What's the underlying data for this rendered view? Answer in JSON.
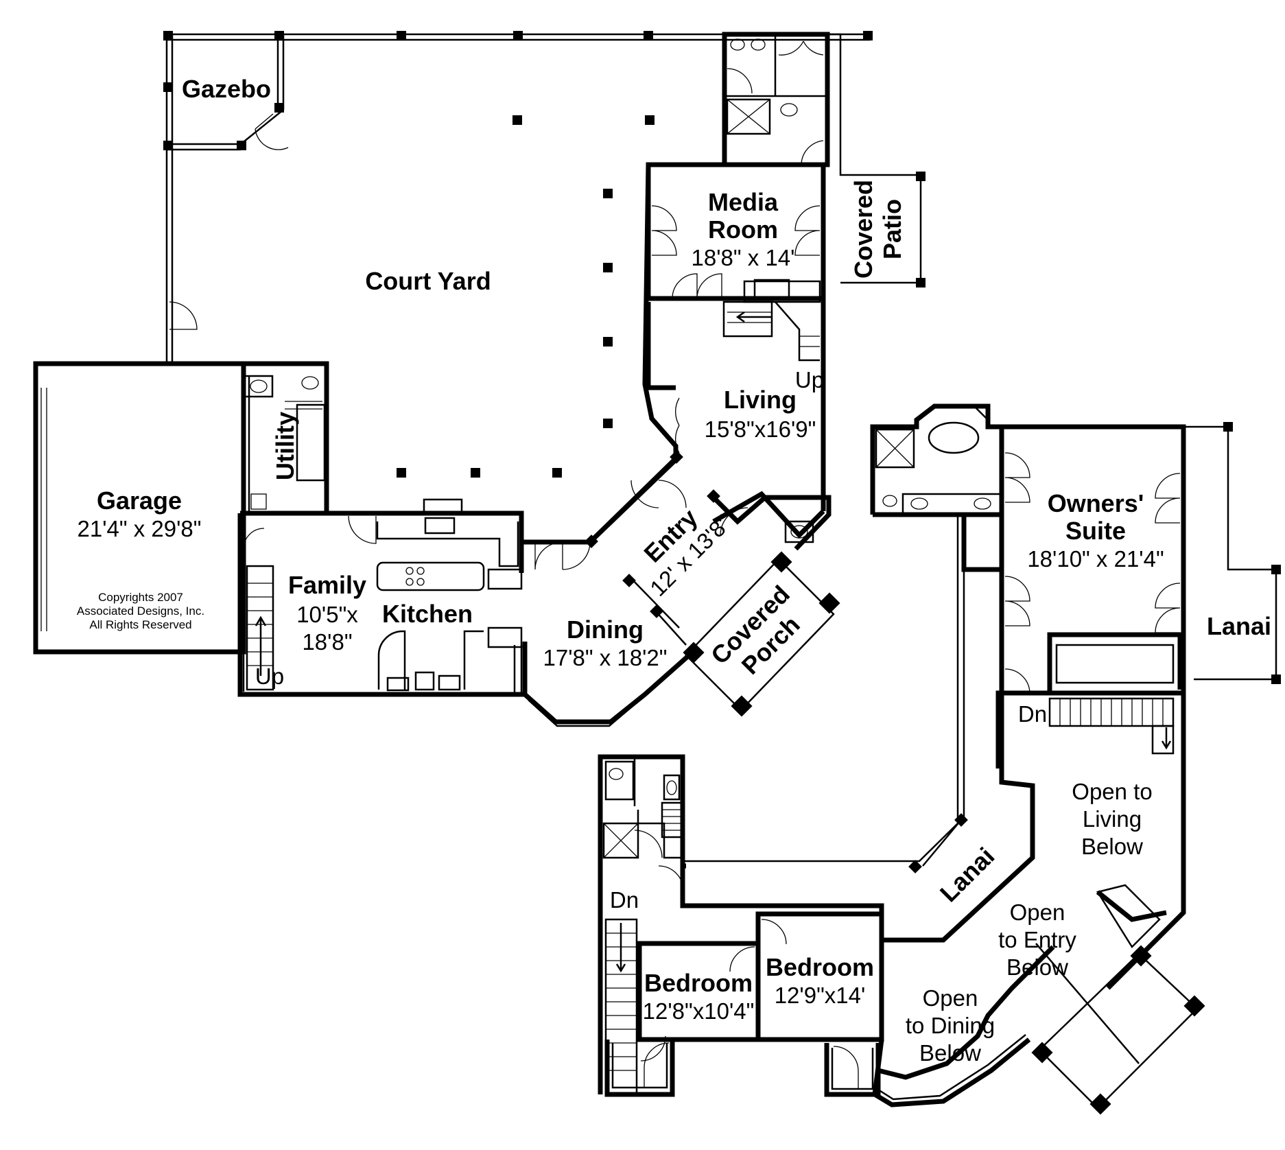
{
  "rooms": {
    "gazebo": "Gazebo",
    "court_yard": "Court Yard",
    "media_room_l1": "Media",
    "media_room_l2": "Room",
    "media_room_dim": "18'8\" x 14'",
    "covered_patio_l1": "Covered",
    "covered_patio_l2": "Patio",
    "living": "Living",
    "living_dim": "15'8\"x16'9\"",
    "up_stair_living": "Up",
    "garage": "Garage",
    "garage_dim": "21'4\" x 29'8\"",
    "utility": "Utility",
    "family": "Family",
    "family_dim_l1": "10'5\"x",
    "family_dim_l2": "18'8\"",
    "up_stair_family": "Up",
    "kitchen": "Kitchen",
    "entry": "Entry",
    "entry_dim": "12' x 13'8\"",
    "dining": "Dining",
    "dining_dim": "17'8\" x 18'2\"",
    "covered_porch_l1": "Covered",
    "covered_porch_l2": "Porch",
    "owners_suite_l1": "Owners'",
    "owners_suite_l2": "Suite",
    "owners_suite_dim": "18'10\" x 21'4\"",
    "lanai_right": "Lanai",
    "dn_owners": "Dn",
    "open_living_l1": "Open to",
    "open_living_l2": "Living",
    "open_living_l3": "Below",
    "lanai_middle": "Lanai",
    "open_entry_l1": "Open",
    "open_entry_l2": "to Entry",
    "open_entry_l3": "Below",
    "dn_upper": "Dn",
    "bedroom1": "Bedroom",
    "bedroom1_dim": "12'8\"x10'4\"",
    "bedroom2": "Bedroom",
    "bedroom2_dim": "12'9\"x14'",
    "open_dining_l1": "Open",
    "open_dining_l2": "to Dining",
    "open_dining_l3": "Below"
  },
  "copyright": {
    "line1": "Copyrights 2007",
    "line2": "Associated Designs, Inc.",
    "line3": "All Rights Reserved"
  }
}
